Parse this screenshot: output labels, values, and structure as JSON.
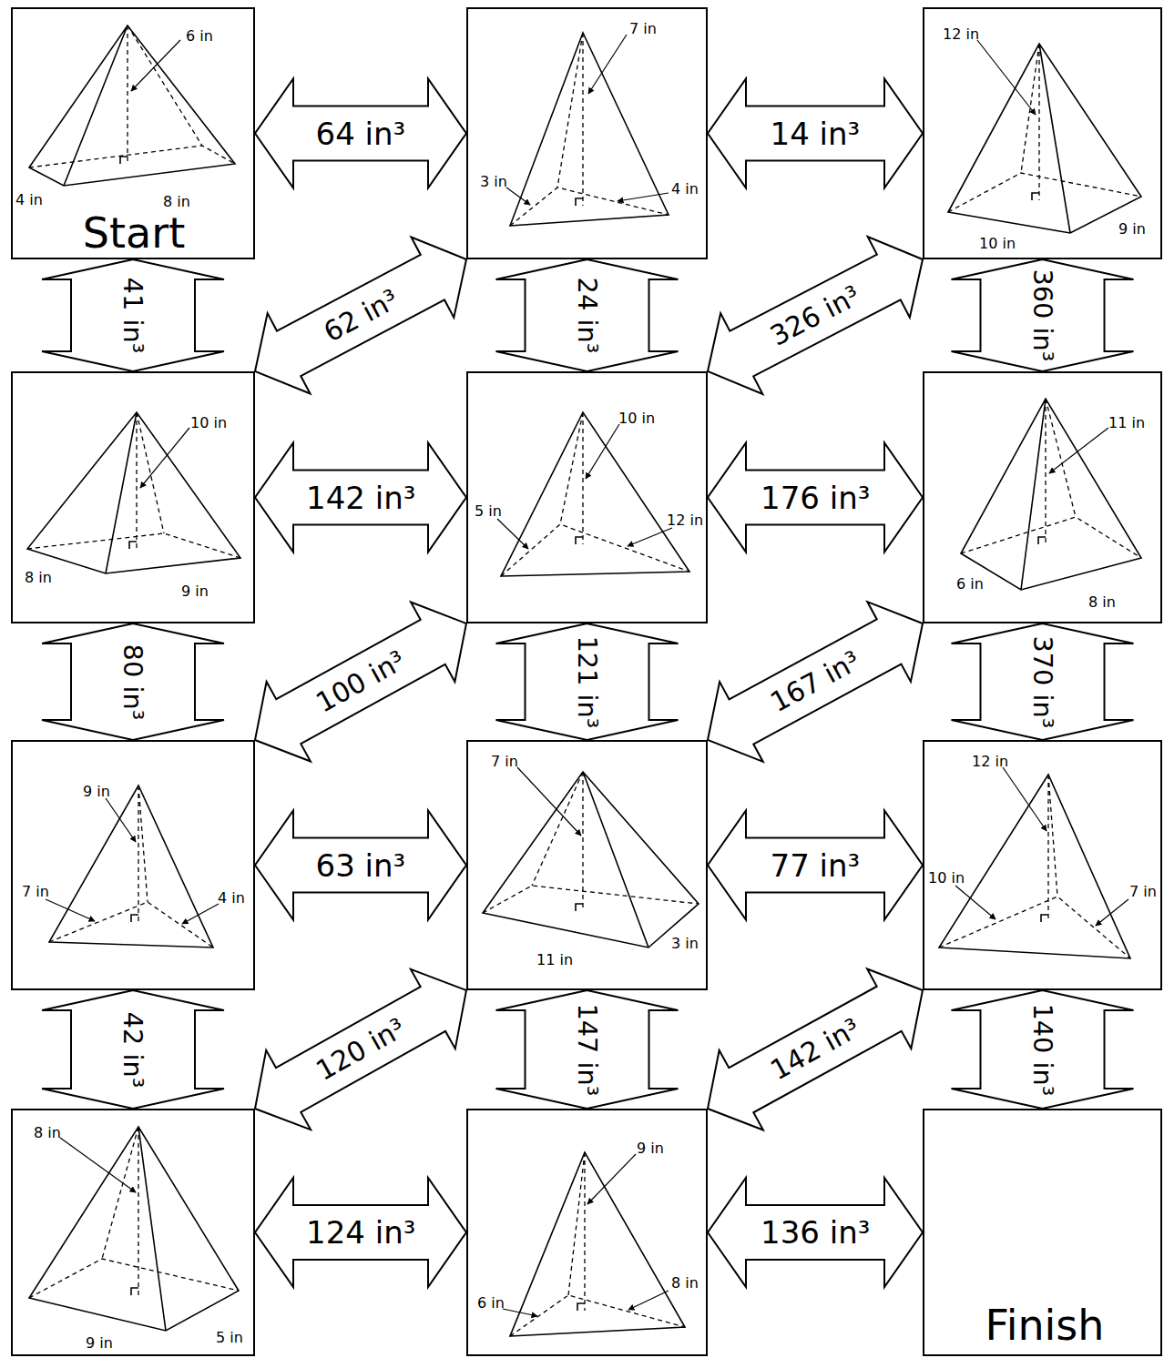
{
  "diagram": {
    "nodes": [
      {
        "text": [
          "6 in",
          "4 in",
          "8 in",
          "Start"
        ]
      },
      {
        "text": [
          "7 in",
          "3 in",
          "4 in"
        ]
      },
      {
        "text": [
          "12 in",
          "10 in",
          "9 in"
        ]
      },
      {
        "text": [
          "10 in",
          "8 in",
          "9 in"
        ]
      },
      {
        "text": [
          "10 in",
          "5 in",
          "12 in"
        ]
      },
      {
        "text": [
          "11 in",
          "6 in",
          "8 in"
        ]
      },
      {
        "text": [
          "9 in",
          "7 in",
          "4 in"
        ]
      },
      {
        "text": [
          "7 in",
          "11 in",
          "3 in"
        ]
      },
      {
        "text": [
          "12 in",
          "10 in",
          "7 in"
        ]
      },
      {
        "text": [
          "8 in",
          "9 in",
          "5 in"
        ]
      },
      {
        "text": [
          "9 in",
          "6 in",
          "8 in"
        ]
      },
      {
        "text": [
          "Finish"
        ]
      }
    ],
    "edges": [
      {
        "from": 0,
        "to": 1,
        "label": "64 in³",
        "arrow": "both"
      },
      {
        "from": 1,
        "to": 2,
        "label": "14 in³",
        "arrow": "both"
      },
      {
        "from": 0,
        "to": 3,
        "label": "41 in³",
        "arrow": "both"
      },
      {
        "from": 1,
        "to": 3,
        "label": "62 in³",
        "arrow": "both"
      },
      {
        "from": 1,
        "to": 4,
        "label": "24 in³",
        "arrow": "both"
      },
      {
        "from": 2,
        "to": 4,
        "label": "326 in³",
        "arrow": "both"
      },
      {
        "from": 2,
        "to": 5,
        "label": "360 in³",
        "arrow": "both"
      },
      {
        "from": 3,
        "to": 4,
        "label": "142 in³",
        "arrow": "both"
      },
      {
        "from": 4,
        "to": 5,
        "label": "176 in³",
        "arrow": "both"
      },
      {
        "from": 3,
        "to": 6,
        "label": "80 in³",
        "arrow": "both"
      },
      {
        "from": 4,
        "to": 6,
        "label": "100 in³",
        "arrow": "both"
      },
      {
        "from": 4,
        "to": 7,
        "label": "121 in³",
        "arrow": "both"
      },
      {
        "from": 5,
        "to": 7,
        "label": "167 in³",
        "arrow": "both"
      },
      {
        "from": 5,
        "to": 8,
        "label": "370 in³",
        "arrow": "both"
      },
      {
        "from": 6,
        "to": 7,
        "label": "63 in³",
        "arrow": "both"
      },
      {
        "from": 7,
        "to": 8,
        "label": "77 in³",
        "arrow": "both"
      },
      {
        "from": 6,
        "to": 9,
        "label": "42 in³",
        "arrow": "both"
      },
      {
        "from": 7,
        "to": 9,
        "label": "120 in³",
        "arrow": "both"
      },
      {
        "from": 7,
        "to": 10,
        "label": "147 in³",
        "arrow": "both"
      },
      {
        "from": 8,
        "to": 10,
        "label": "142 in³",
        "arrow": "both"
      },
      {
        "from": 8,
        "to": 11,
        "label": "140 in³",
        "arrow": "both"
      },
      {
        "from": 9,
        "to": 10,
        "label": "124 in³",
        "arrow": "both"
      },
      {
        "from": 10,
        "to": 11,
        "label": "136 in³",
        "arrow": "both"
      }
    ]
  }
}
